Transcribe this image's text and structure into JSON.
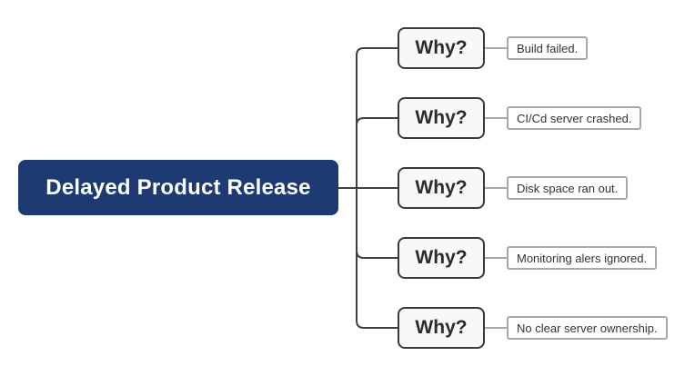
{
  "diagram": {
    "root": {
      "label": "Delayed Product Release"
    },
    "rows": [
      {
        "question": "Why?",
        "answer": "Build failed."
      },
      {
        "question": "Why?",
        "answer": "CI/Cd server crashed."
      },
      {
        "question": "Why?",
        "answer": "Disk space ran out."
      },
      {
        "question": "Why?",
        "answer": "Monitoring alers ignored."
      },
      {
        "question": "Why?",
        "answer": "No clear server ownership."
      }
    ],
    "colors": {
      "canvas_bg": "#ffffff",
      "root_bg": "#1e3a72",
      "root_text": "#ffffff",
      "why_bg": "#f8f8f7",
      "why_border": "#3a3a3a",
      "why_text": "#2b2b2b",
      "answer_bg": "#ffffff",
      "answer_border": "#a8a8a8",
      "answer_text": "#333333",
      "connector_dark": "#3f3f3f",
      "connector_light": "#a8a8a8"
    }
  }
}
